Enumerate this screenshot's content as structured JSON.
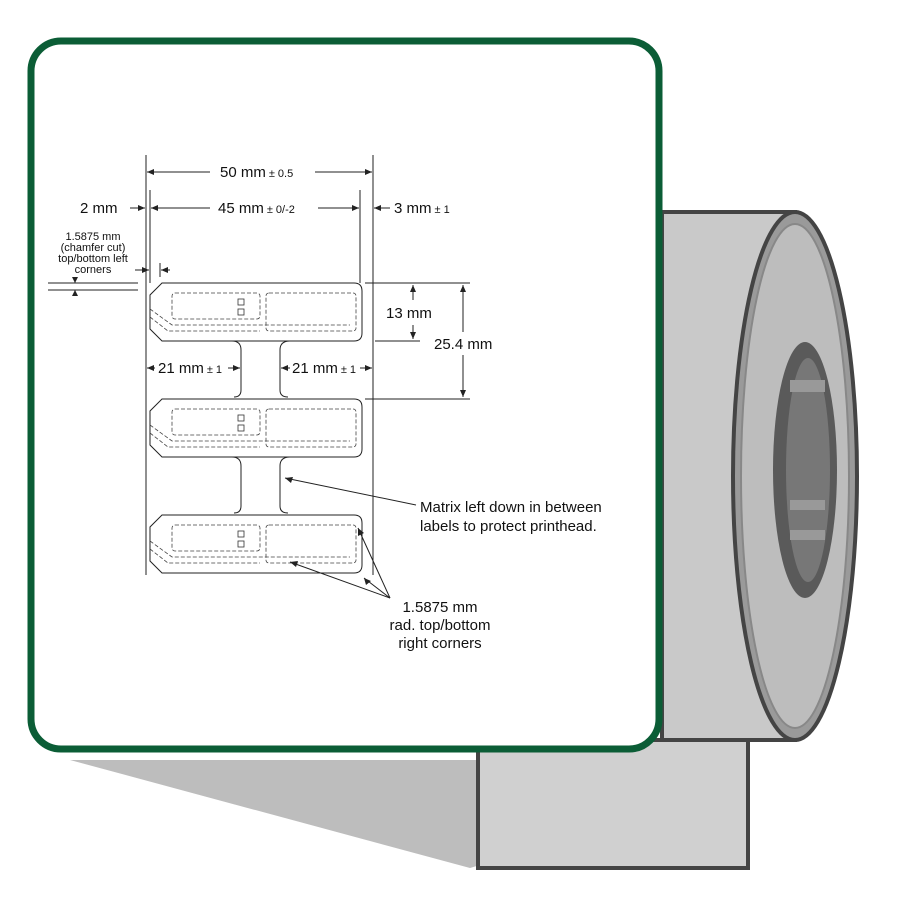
{
  "colors": {
    "panel_border": "#0b5d36",
    "roll_gray": "#c9c9c9",
    "roll_dark": "#4a4a4a"
  },
  "dimensions": {
    "overall_width": "50 mm",
    "overall_width_tol": "± 0.5",
    "label_width": "45 mm",
    "label_width_tol": "± 0/-2",
    "left_margin": "2 mm",
    "right_margin": "3 mm",
    "right_margin_tol": "± 1",
    "chamfer": [
      "1.5875 mm",
      "(chamfer cut)",
      "top/bottom left",
      "corners"
    ],
    "label_height": "13 mm",
    "pitch": "25.4 mm",
    "left_matrix": "21 mm",
    "left_matrix_tol": "± 1",
    "right_matrix": "21 mm",
    "right_matrix_tol": "± 1"
  },
  "notes": {
    "matrix": [
      "Matrix left down in between",
      "labels to protect printhead."
    ],
    "radius": [
      "1.5875 mm",
      "rad. top/bottom",
      "right corners"
    ]
  }
}
